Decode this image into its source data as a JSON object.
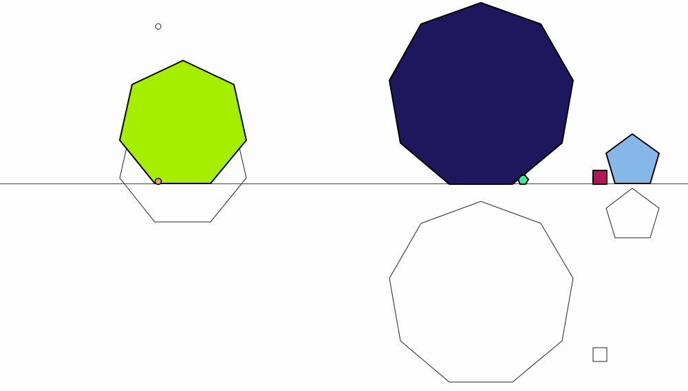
{
  "canvas": {
    "background": "#fdfdfd",
    "line_color": "#444444"
  },
  "shapes": [
    {
      "name": "green-heptagon",
      "kind": "regular-polygon",
      "sides": 7,
      "fill": "#a6ee00",
      "style": "filled"
    },
    {
      "name": "green-heptagon-outline",
      "kind": "regular-polygon",
      "sides": 7,
      "style": "outline"
    },
    {
      "name": "navy-nonagon",
      "kind": "regular-polygon",
      "sides": 9,
      "fill": "#1f175e",
      "style": "filled"
    },
    {
      "name": "navy-nonagon-outline",
      "kind": "regular-polygon",
      "sides": 9,
      "style": "outline"
    },
    {
      "name": "blue-pentagon",
      "kind": "regular-polygon",
      "sides": 5,
      "fill": "#85b8e8",
      "style": "filled"
    },
    {
      "name": "blue-pentagon-outline",
      "kind": "regular-polygon",
      "sides": 5,
      "style": "outline"
    },
    {
      "name": "crimson-square",
      "kind": "square",
      "fill": "#b8145a",
      "style": "filled"
    },
    {
      "name": "crimson-square-outline",
      "kind": "square",
      "style": "outline"
    },
    {
      "name": "teal-small-polygon",
      "kind": "regular-polygon",
      "sides": 6,
      "fill": "#3ee8a0",
      "style": "filled"
    },
    {
      "name": "orange-dot",
      "kind": "circle",
      "fill": "#f0a050",
      "style": "filled"
    },
    {
      "name": "small-circle-outline",
      "kind": "circle",
      "style": "outline"
    }
  ]
}
